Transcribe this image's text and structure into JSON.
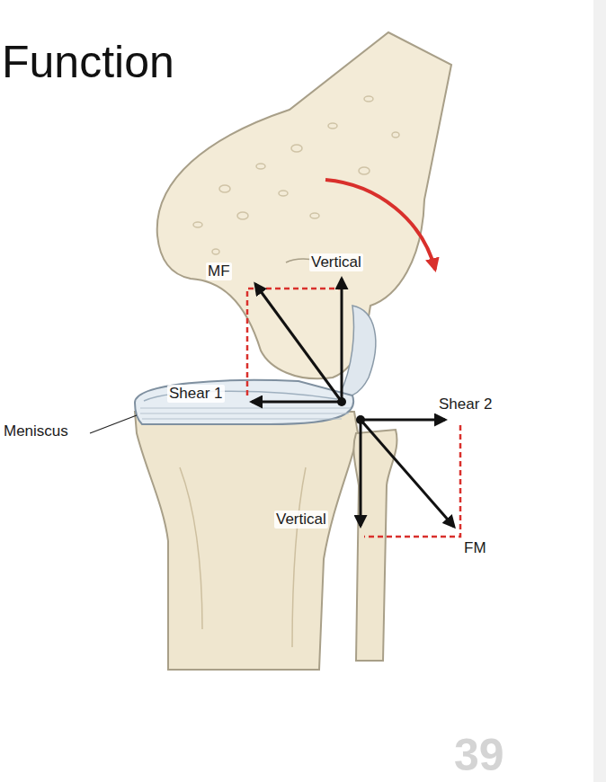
{
  "diagram": {
    "title": "Function",
    "labels": [
      "MF",
      "Vertical",
      "Shear 1",
      "Meniscus",
      "Shear 2",
      "Vertical",
      "FM",
      "39"
    ]
  }
}
